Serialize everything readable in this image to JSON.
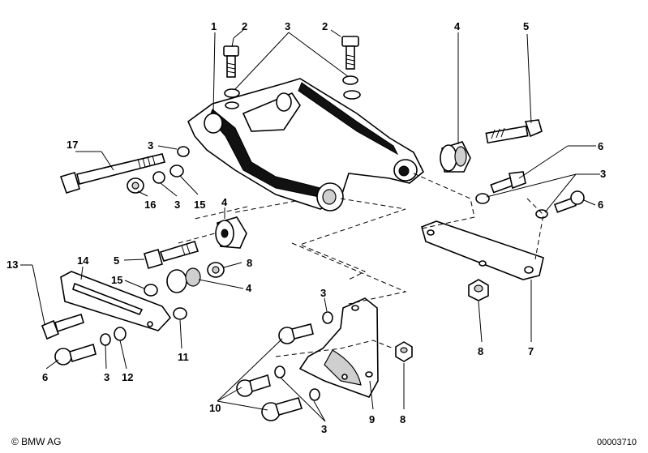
{
  "callouts": {
    "c1": "1",
    "c2a": "2",
    "c2b": "2",
    "c3_top": "3",
    "c4_top": "4",
    "c5_top": "5",
    "c6_right": "6",
    "c3_right": "3",
    "c6_right2": "6",
    "c17": "17",
    "c3_left": "3",
    "c16": "16",
    "c3_left2": "3",
    "c15_left": "15",
    "c4_mid": "4",
    "c5_mid": "5",
    "c8_mid": "8",
    "c13": "13",
    "c14": "14",
    "c15_mid": "15",
    "c4_mid2": "4",
    "c11": "11",
    "c6_bottom": "6",
    "c3_bottom": "3",
    "c12": "12",
    "c3_center": "3",
    "c10": "10",
    "c3_center2": "3",
    "c9": "9",
    "c8_bottom": "8",
    "c8_right": "8",
    "c7": "7"
  },
  "footer": {
    "copyright": "© BMW AG",
    "doc_number": "00003710"
  }
}
